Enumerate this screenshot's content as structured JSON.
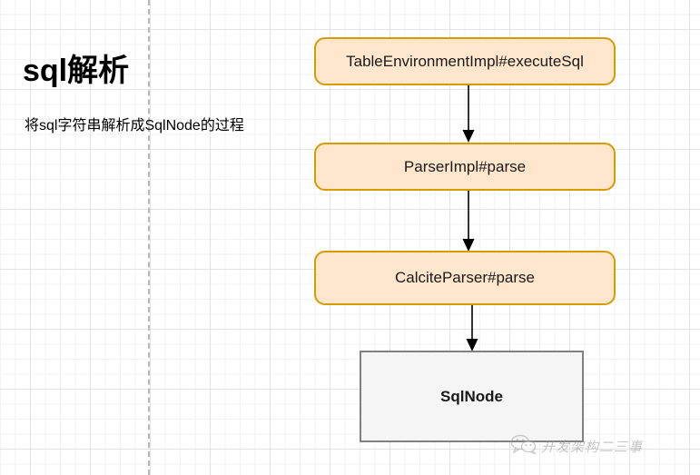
{
  "diagram": {
    "title": "sql解析",
    "subtitle": "将sql字符串解析成SqlNode的过程",
    "type": "flowchart",
    "nodes": [
      {
        "id": "n1",
        "label": "TableEnvironmentImpl#executeSql",
        "shape": "rounded-rectangle",
        "fill": "#ffe6cc",
        "stroke": "#d79b00"
      },
      {
        "id": "n2",
        "label": "ParserImpl#parse",
        "shape": "rounded-rectangle",
        "fill": "#ffe6cc",
        "stroke": "#d79b00"
      },
      {
        "id": "n3",
        "label": "CalciteParser#parse",
        "shape": "rounded-rectangle",
        "fill": "#ffe6cc",
        "stroke": "#d79b00"
      },
      {
        "id": "n4",
        "label": "SqlNode",
        "shape": "rectangle",
        "fill": "#f5f5f5",
        "stroke": "#808080"
      }
    ],
    "edges": [
      {
        "from": "n1",
        "to": "n2",
        "style": "solid-arrow",
        "color": "#000000"
      },
      {
        "from": "n2",
        "to": "n3",
        "style": "solid-arrow",
        "color": "#000000"
      },
      {
        "from": "n3",
        "to": "n4",
        "style": "solid-arrow",
        "color": "#000000"
      }
    ]
  },
  "watermark": {
    "text": "开发架构二三事",
    "icon": "wechat-icon"
  }
}
